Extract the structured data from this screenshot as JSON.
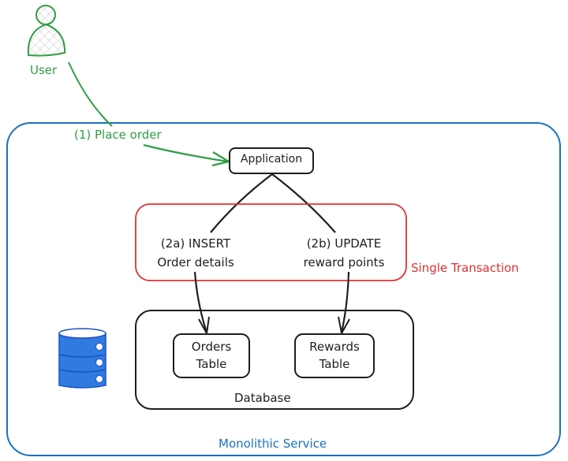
{
  "diagram": {
    "actor": {
      "label": "User",
      "icon": "user-icon"
    },
    "edges": {
      "place_order": "(1) Place order",
      "insert": [
        "(2a) INSERT",
        "Order details"
      ],
      "update": [
        "(2b) UPDATE",
        "reward points"
      ]
    },
    "nodes": {
      "application": "Application",
      "orders_table": [
        "Orders",
        "Table"
      ],
      "rewards_table": [
        "Rewards",
        "Table"
      ],
      "database": "Database"
    },
    "groups": {
      "transaction": "Single Transaction",
      "service": "Monolithic Service"
    },
    "database_icon": "database-icon",
    "colors": {
      "actor": "#2f9e44",
      "transaction": "#e03131",
      "service": "#1971c2",
      "database_icon_fill": "#2f7be0",
      "stroke": "#1e1e1e"
    }
  }
}
